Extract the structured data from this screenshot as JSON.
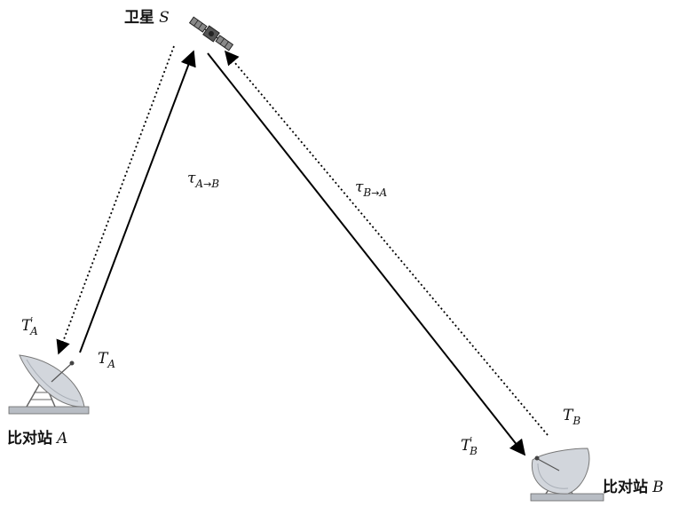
{
  "satellite": {
    "name": "卫星",
    "symbol": "S"
  },
  "station_a": {
    "name": "比对站",
    "symbol": "A"
  },
  "station_b": {
    "name": "比对站",
    "symbol": "B"
  },
  "time_labels": {
    "ta": {
      "base": "T",
      "sub": "A",
      "prime": ""
    },
    "ta_prime": {
      "base": "T",
      "sub": "A",
      "prime": "′"
    },
    "tb": {
      "base": "T",
      "sub": "B",
      "prime": ""
    },
    "tb_prime": {
      "base": "T",
      "sub": "B",
      "prime": "′"
    }
  },
  "delay_labels": {
    "a_to_b": {
      "symbol": "τ",
      "from": "A",
      "arrow": "→",
      "to": "B"
    },
    "b_to_a": {
      "symbol": "τ",
      "from": "B",
      "arrow": "→",
      "to": "A"
    }
  }
}
